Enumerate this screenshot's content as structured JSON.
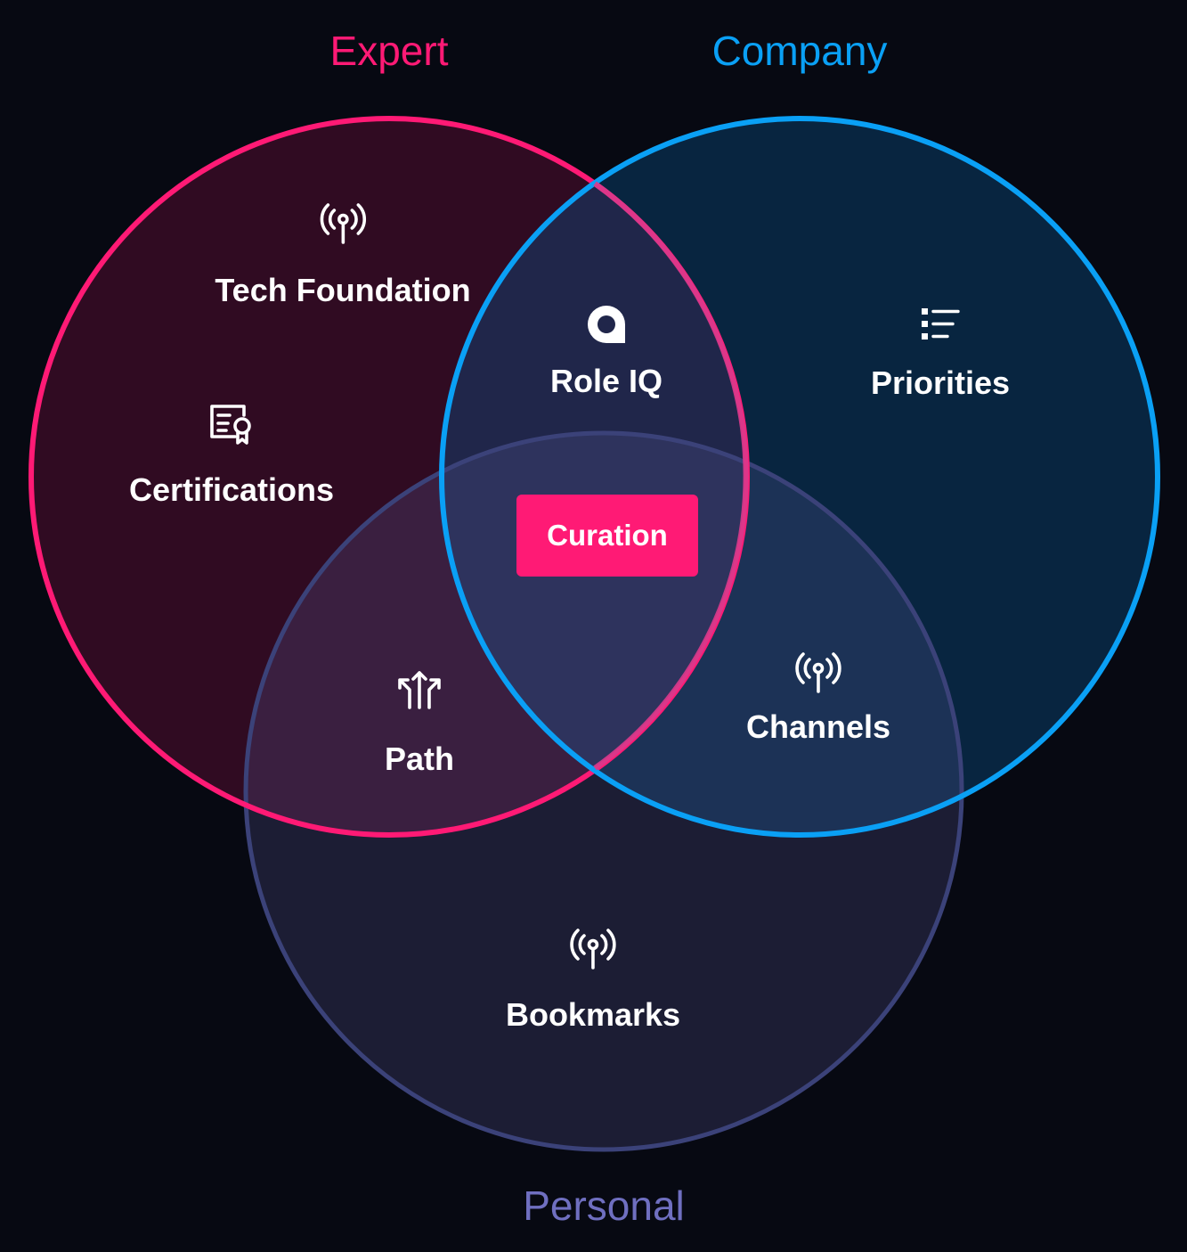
{
  "sets": {
    "expert": {
      "label": "Expert",
      "color": "#ff1a75"
    },
    "company": {
      "label": "Company",
      "color": "#0aa0f5"
    },
    "personal": {
      "label": "Personal",
      "color": "#6f6fc0"
    }
  },
  "regions": {
    "tech_foundation": {
      "label": "Tech Foundation",
      "icon": "broadcast-icon"
    },
    "certifications": {
      "label": "Certifications",
      "icon": "certificate-icon"
    },
    "role_iq": {
      "label": "Role IQ",
      "icon": "role-iq-icon"
    },
    "priorities": {
      "label": "Priorities",
      "icon": "list-icon"
    },
    "path": {
      "label": "Path",
      "icon": "split-arrows-icon"
    },
    "channels": {
      "label": "Channels",
      "icon": "broadcast-icon"
    },
    "bookmarks": {
      "label": "Bookmarks",
      "icon": "broadcast-icon"
    },
    "curation": {
      "label": "Curation",
      "color": "#ff1a75"
    }
  }
}
